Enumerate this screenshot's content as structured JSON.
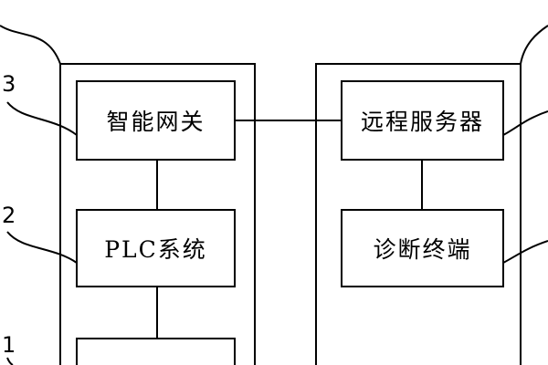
{
  "blocks": {
    "gateway": "智能网关",
    "plc": "PLC系统",
    "server": "远程服务器",
    "terminal": "诊断终端"
  },
  "refs": {
    "gateway": "3",
    "plc": "2",
    "bottom": "1"
  },
  "colors": {
    "line": "#000000",
    "background": "#ffffff"
  }
}
